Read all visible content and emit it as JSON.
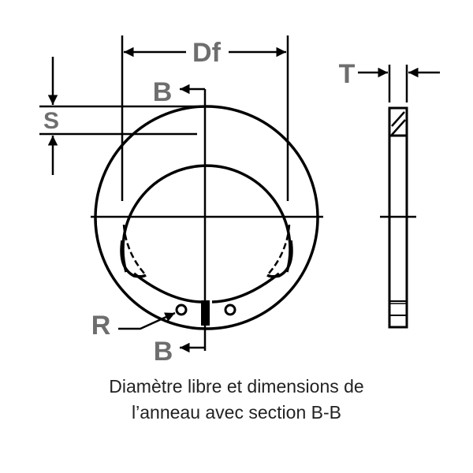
{
  "labels": {
    "df": "Df",
    "s": "S",
    "t": "T",
    "b_top": "B",
    "b_bottom": "B",
    "r": "R"
  },
  "caption": {
    "line1": "Diamètre libre et dimensions de",
    "line2": "l’anneau avec section B-B"
  },
  "colors": {
    "line": "#000000",
    "label": "#6e6e6e"
  }
}
